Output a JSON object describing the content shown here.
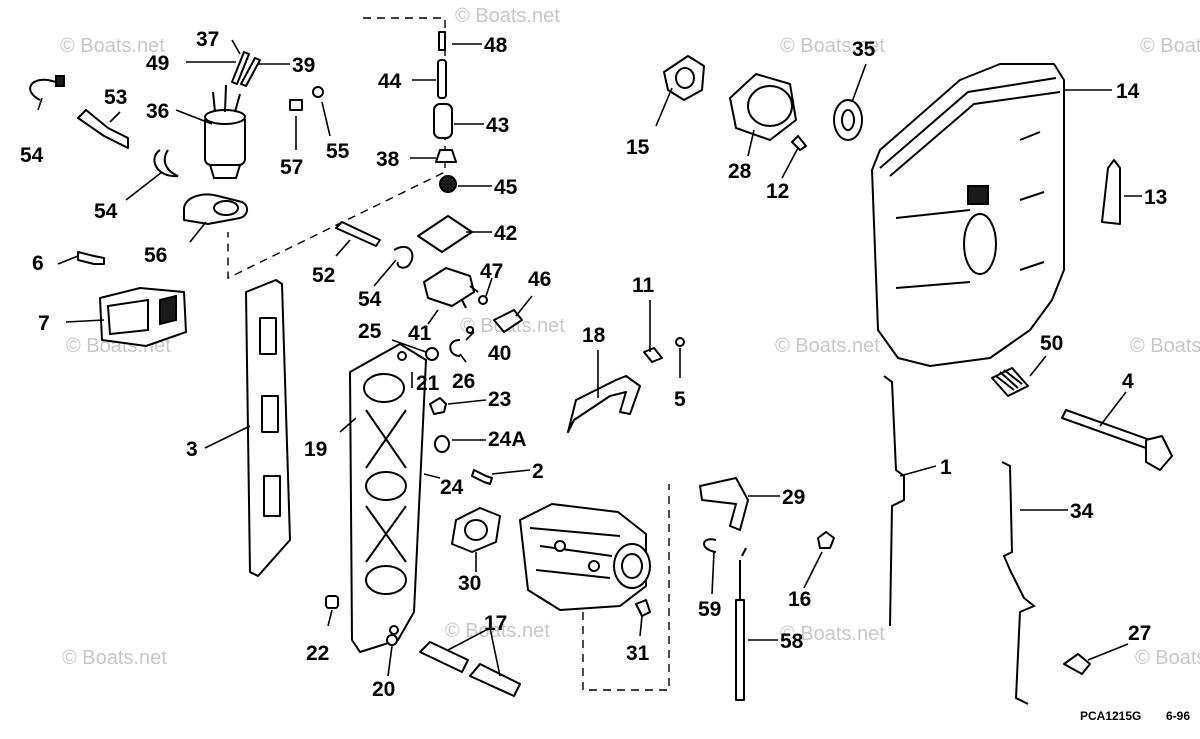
{
  "watermark": "© Boats.net",
  "figure_code": "PCA1215G",
  "figure_date": "6-96",
  "callouts": {
    "c1": "1",
    "c2": "2",
    "c3": "3",
    "c4": "4",
    "c5": "5",
    "c6": "6",
    "c7": "7",
    "c11": "11",
    "c12": "12",
    "c13": "13",
    "c14": "14",
    "c15": "15",
    "c16": "16",
    "c17": "17",
    "c18": "18",
    "c19": "19",
    "c20": "20",
    "c21": "21",
    "c22": "22",
    "c23": "23",
    "c24": "24",
    "c24a": "24A",
    "c25": "25",
    "c26": "26",
    "c27": "27",
    "c28": "28",
    "c29": "29",
    "c30": "30",
    "c31": "31",
    "c34": "34",
    "c35": "35",
    "c36": "36",
    "c37": "37",
    "c38": "38",
    "c39": "39",
    "c40": "40",
    "c41": "41",
    "c42": "42",
    "c43": "43",
    "c44": "44",
    "c45": "45",
    "c46": "46",
    "c47": "47",
    "c48": "48",
    "c49": "49",
    "c50": "50",
    "c52": "52",
    "c53": "53",
    "c54a": "54",
    "c54b": "54",
    "c54c": "54",
    "c55": "55",
    "c56": "56",
    "c57": "57",
    "c58": "58",
    "c59": "59"
  }
}
